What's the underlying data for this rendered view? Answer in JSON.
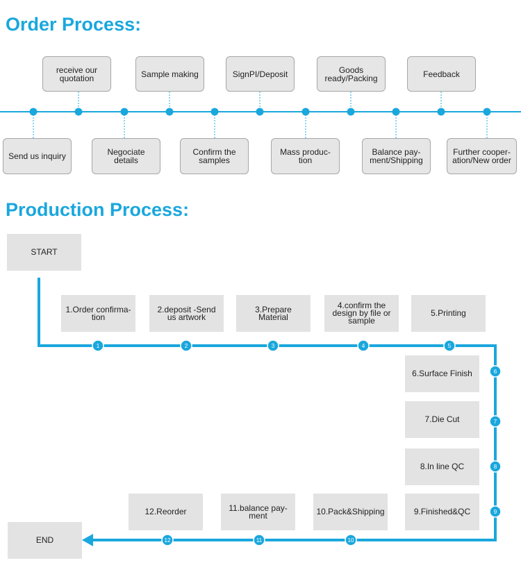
{
  "order_process": {
    "title": "Order Process:",
    "top_steps": [
      "receive our quotation",
      "Sample making",
      "SignPI/Deposit",
      "Goods ready/Packing",
      "Feedback"
    ],
    "bottom_steps": [
      "Send us inquiry",
      "Negociate details",
      "Confirm the samples",
      "Mass produc-tion",
      "Balance pay-ment/Shipping",
      "Further cooper-ation/New order"
    ]
  },
  "production_process": {
    "title": "Production Process:",
    "start": "START",
    "end": "END",
    "steps": [
      {
        "num": "1",
        "label": "1.Order confirma-tion"
      },
      {
        "num": "2",
        "label": "2.deposit -Send us artwork"
      },
      {
        "num": "3",
        "label": "3.Prepare Material"
      },
      {
        "num": "4",
        "label": "4.confirm the design by file or sample"
      },
      {
        "num": "5",
        "label": "5.Printing"
      },
      {
        "num": "6",
        "label": "6.Surface Finish"
      },
      {
        "num": "7",
        "label": "7.Die Cut"
      },
      {
        "num": "8",
        "label": "8.In line QC"
      },
      {
        "num": "9",
        "label": "9.Finished&QC"
      },
      {
        "num": "10",
        "label": "10.Pack&Shipping"
      },
      {
        "num": "11",
        "label": "11.balance pay-ment"
      },
      {
        "num": "12",
        "label": "12.Reorder"
      }
    ]
  },
  "colors": {
    "accent": "#1aa7dd",
    "box_fill": "#e6e6e6",
    "box_border": "#a6a6a6"
  }
}
